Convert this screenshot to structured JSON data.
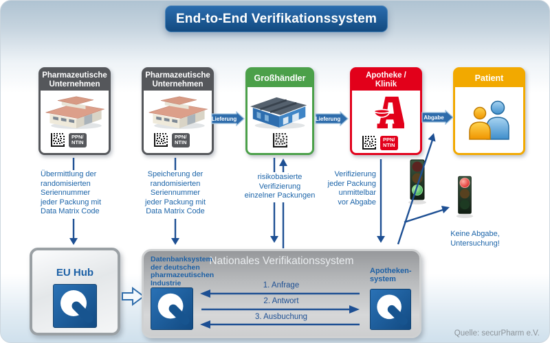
{
  "title": "End-to-End Verifikationssystem",
  "source": "Quelle: securPharm e.V.",
  "colors": {
    "accent_blue": "#1a63a8",
    "arrow_blue": "#1d4f93",
    "banner_blue": "#18548e",
    "gray_box": "#55575b",
    "green_box": "#4ba049",
    "red_box": "#e2001a",
    "yellow_box": "#f2a900",
    "traffic_green_on": "#2fae4a",
    "traffic_red_on": "#e01616"
  },
  "boxes": {
    "pharma1": {
      "label": "Pharmazeutische\nUnternehmen",
      "badge": "PPN/\nNTIN",
      "icon": "factory-icon"
    },
    "pharma2": {
      "label": "Pharmazeutische\nUnternehmen",
      "badge": "PPN/\nNTIN",
      "icon": "factory-icon"
    },
    "wholesaler": {
      "label": "Großhändler",
      "icon": "warehouse-icon"
    },
    "pharmacy": {
      "label": "Apotheke /\nKlinik",
      "badge": "PPN/\nNTIN",
      "icon": "apotheke-a-icon"
    },
    "patient": {
      "label": "Patient",
      "icon": "patients-icon"
    }
  },
  "flow_labels": {
    "lieferung1": "Lieferung",
    "lieferung2": "Lieferung",
    "abgabe": "Abgabe"
  },
  "annotations": {
    "uebermittlung": "Übermittlung der\nrandomisierten\nSeriennummer\njeder Packung mit\nData Matrix Code",
    "speicherung": "Speicherung der\nrandomisierten\nSeriennummer\njeder Packung mit\nData Matrix Code",
    "risiko": "risikobasierte\nVerifizierung\neinzelner Packungen",
    "verifizierung": "Verifizierung\njeder Packung\nunmittelbar\nvor Abgabe",
    "keine_abgabe": "Keine Abgabe,\nUntersuchung!"
  },
  "eu_hub": {
    "label": "EU Hub"
  },
  "national_system": {
    "title": "Nationales Verifikationssystem",
    "left_label": "Datenbanksystem\nder deutschen\npharmazeutischen\nIndustrie",
    "right_label": "Apotheken-\nsystem",
    "steps": [
      {
        "label": "1. Anfrage",
        "direction": "left"
      },
      {
        "label": "2. Antwort",
        "direction": "right"
      },
      {
        "label": "3. Ausbuchung",
        "direction": "left"
      }
    ]
  },
  "icons": {
    "factory": "factory-icon",
    "warehouse": "warehouse-icon",
    "apotheke_logo": "apotheke-a-icon",
    "patients": "patients-icon",
    "datamatrix": "datamatrix-code-icon",
    "database_magnifier": "database-magnifier-icon",
    "traffic_light_green": "traffic-light-green-icon",
    "traffic_light_red": "traffic-light-red-icon"
  }
}
